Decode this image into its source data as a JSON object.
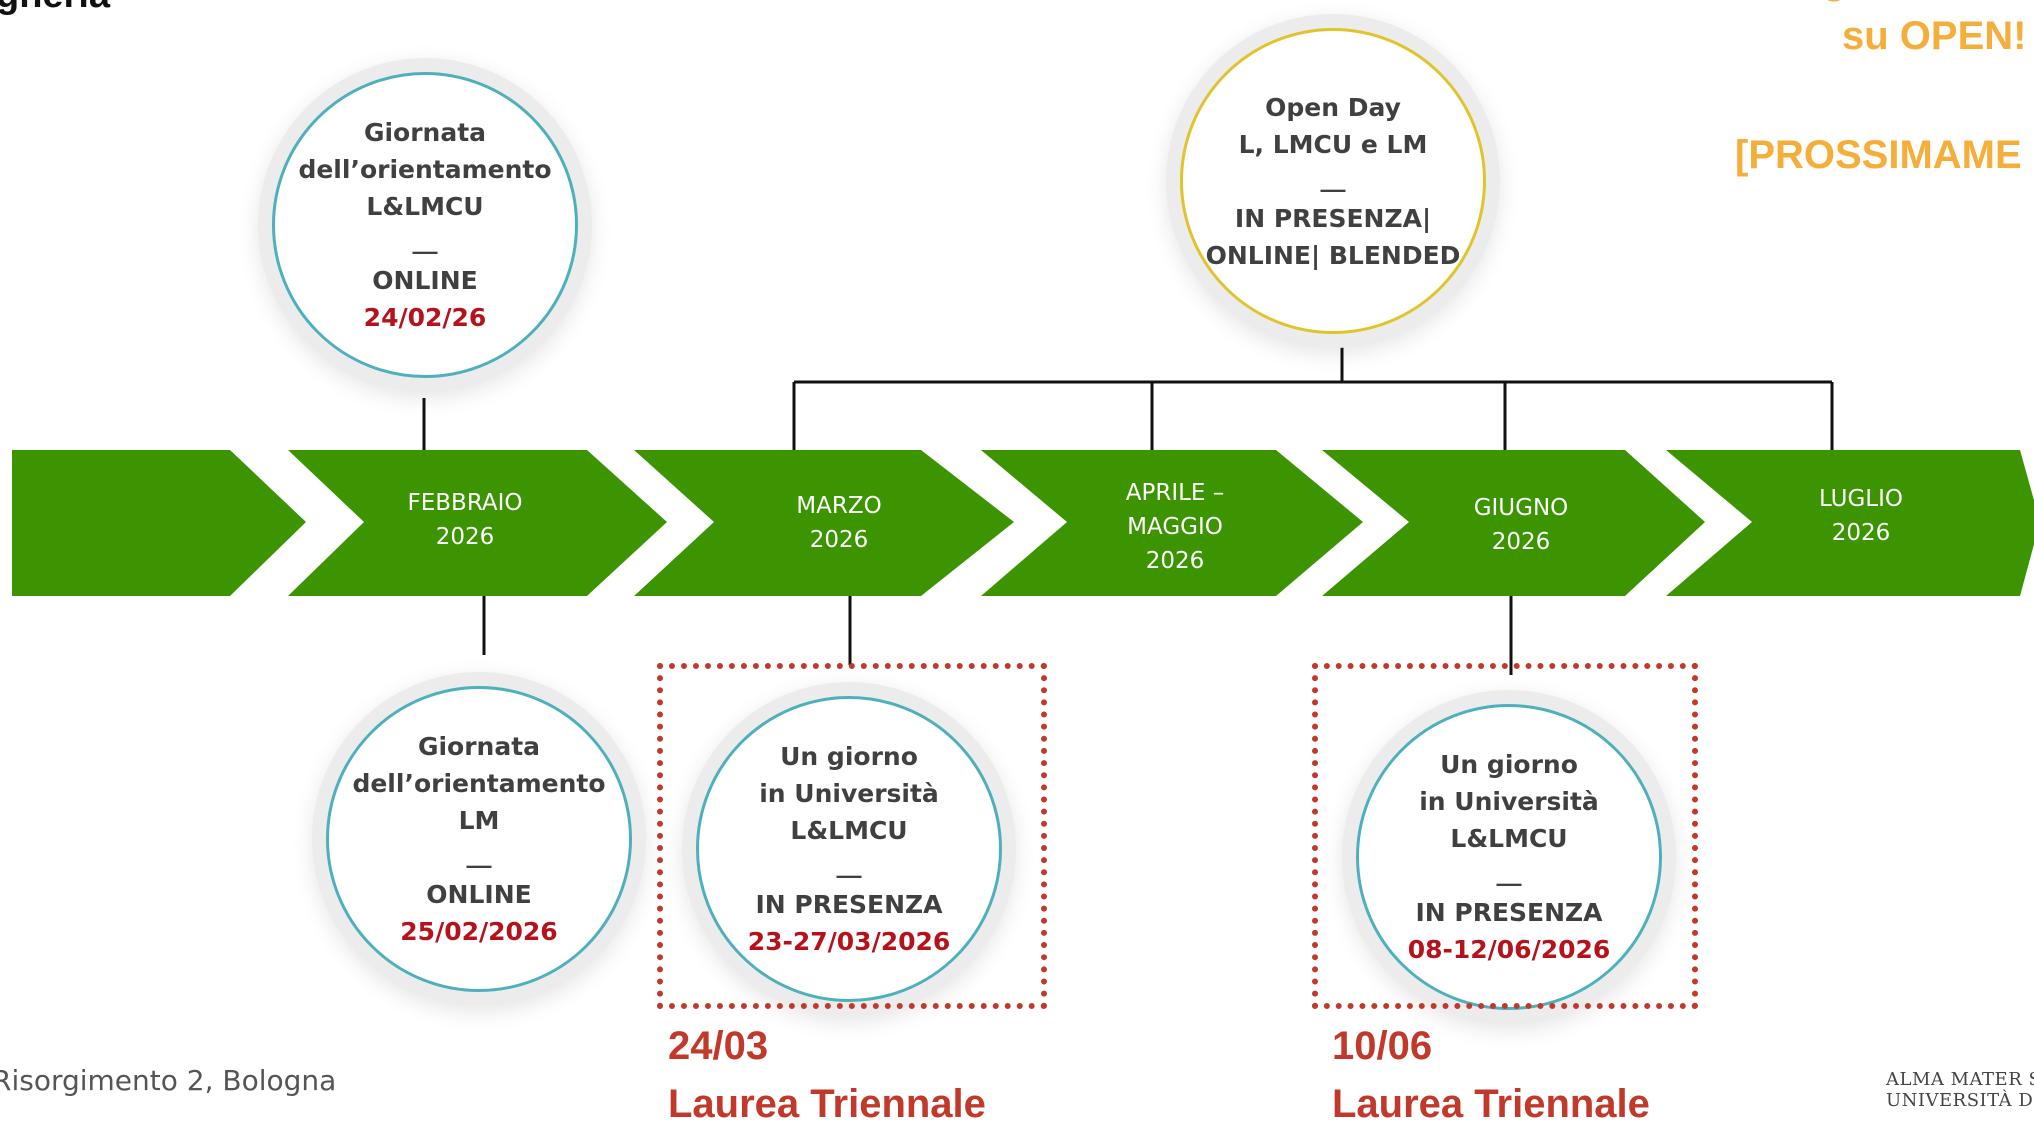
{
  "header": {
    "title_fragment": "gneria",
    "orange_line1": "gi",
    "orange_line2": "su OPEN!",
    "orange_line3": "[PROSSIMAME"
  },
  "timeline": {
    "months": [
      {
        "label": "",
        "year": ""
      },
      {
        "label": "FEBBRAIO",
        "year": "2026"
      },
      {
        "label": "MARZO",
        "year": "2026"
      },
      {
        "label": "APRILE –",
        "label2": "MAGGIO",
        "year": "2026"
      },
      {
        "label": "GIUGNO",
        "year": "2026"
      },
      {
        "label": "LUGLIO",
        "year": "2026"
      }
    ],
    "colors": {
      "arrow": "#3b9400",
      "teal": "#4eb0bc",
      "gold": "#e0c42c",
      "red": "#b5121b"
    }
  },
  "events": {
    "orientamento_l": {
      "line1": "Giornata",
      "line2": "dell’orientamento",
      "line3": "L&LMCU",
      "sep": "__",
      "mode": "ONLINE",
      "date": "24/02/26"
    },
    "orientamento_lm": {
      "line1": "Giornata",
      "line2": "dell’orientamento LM",
      "sep": "__",
      "mode": "ONLINE",
      "date": "25/02/2026"
    },
    "open_day": {
      "line1": "Open Day",
      "line2": "L, LMCU e LM",
      "sep": "__",
      "mode1": "IN PRESENZA|",
      "mode2": "ONLINE| BLENDED"
    },
    "giorno_marzo": {
      "line1": "Un giorno",
      "line2": "in Università",
      "line3": "L&LMCU",
      "sep": "__",
      "mode": "IN PRESENZA",
      "date": "23-27/03/2026"
    },
    "giorno_giugno": {
      "line1": "Un giorno",
      "line2": "in Università",
      "line3": "L&LMCU",
      "sep": "__",
      "mode": "IN PRESENZA",
      "date": "08-12/06/2026"
    }
  },
  "highlights": {
    "marzo": {
      "date": "24/03",
      "label": "Laurea Triennale"
    },
    "giugno": {
      "date": "10/06",
      "label": "Laurea Triennale"
    }
  },
  "footer": {
    "address": "Risorgimento 2, Bologna",
    "logo_line1": "ALMA MATER STU",
    "logo_line2": "UNIVERSITÀ DI B"
  }
}
